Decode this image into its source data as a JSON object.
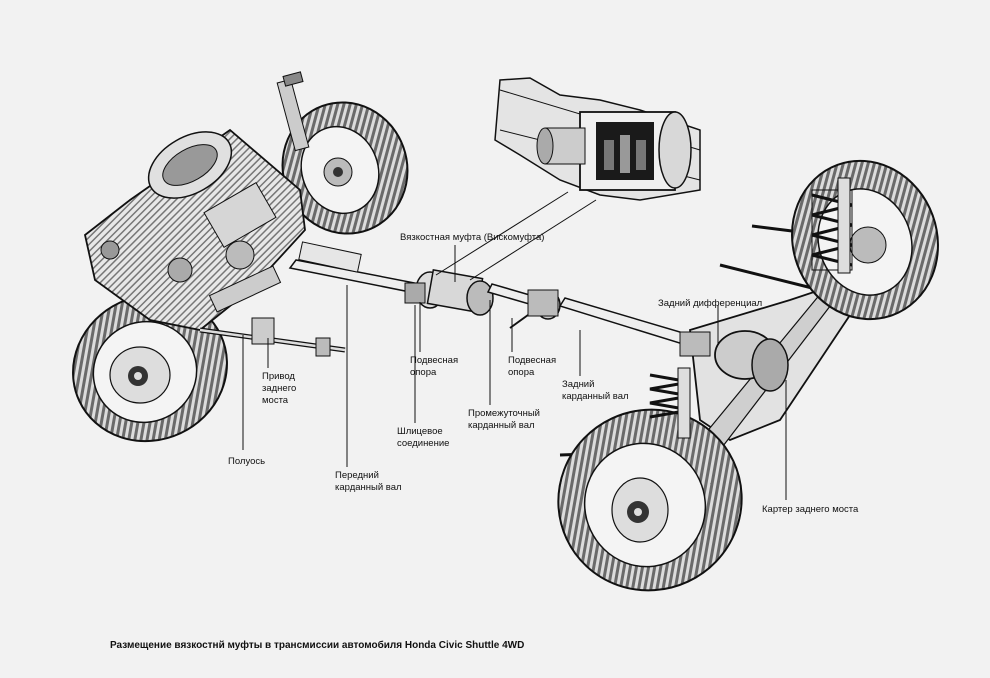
{
  "labels": {
    "viscous_coupling": "Вязкостная муфта (Вискомуфта)",
    "rear_differential": "Задний дифференциал",
    "mount_1": "Подвесная\nопора",
    "mount_2": "Подвесная\nопора",
    "rear_axle_drive": "Привод\nзаднего\nмоста",
    "rear_shaft": "Задний\nкарданный вал",
    "intermediate_shaft": "Промежуточный\nкарданный вал",
    "splined_joint": "Шлицевое\nсоединение",
    "half_shaft": "Полуось",
    "front_shaft": "Передний\nкарданный вал",
    "rear_axle_housing": "Картер заднего моста"
  },
  "caption": "Размещение вязкостнй муфты в трансмиссии автомобиля Honda Civic Shuttle 4WD"
}
